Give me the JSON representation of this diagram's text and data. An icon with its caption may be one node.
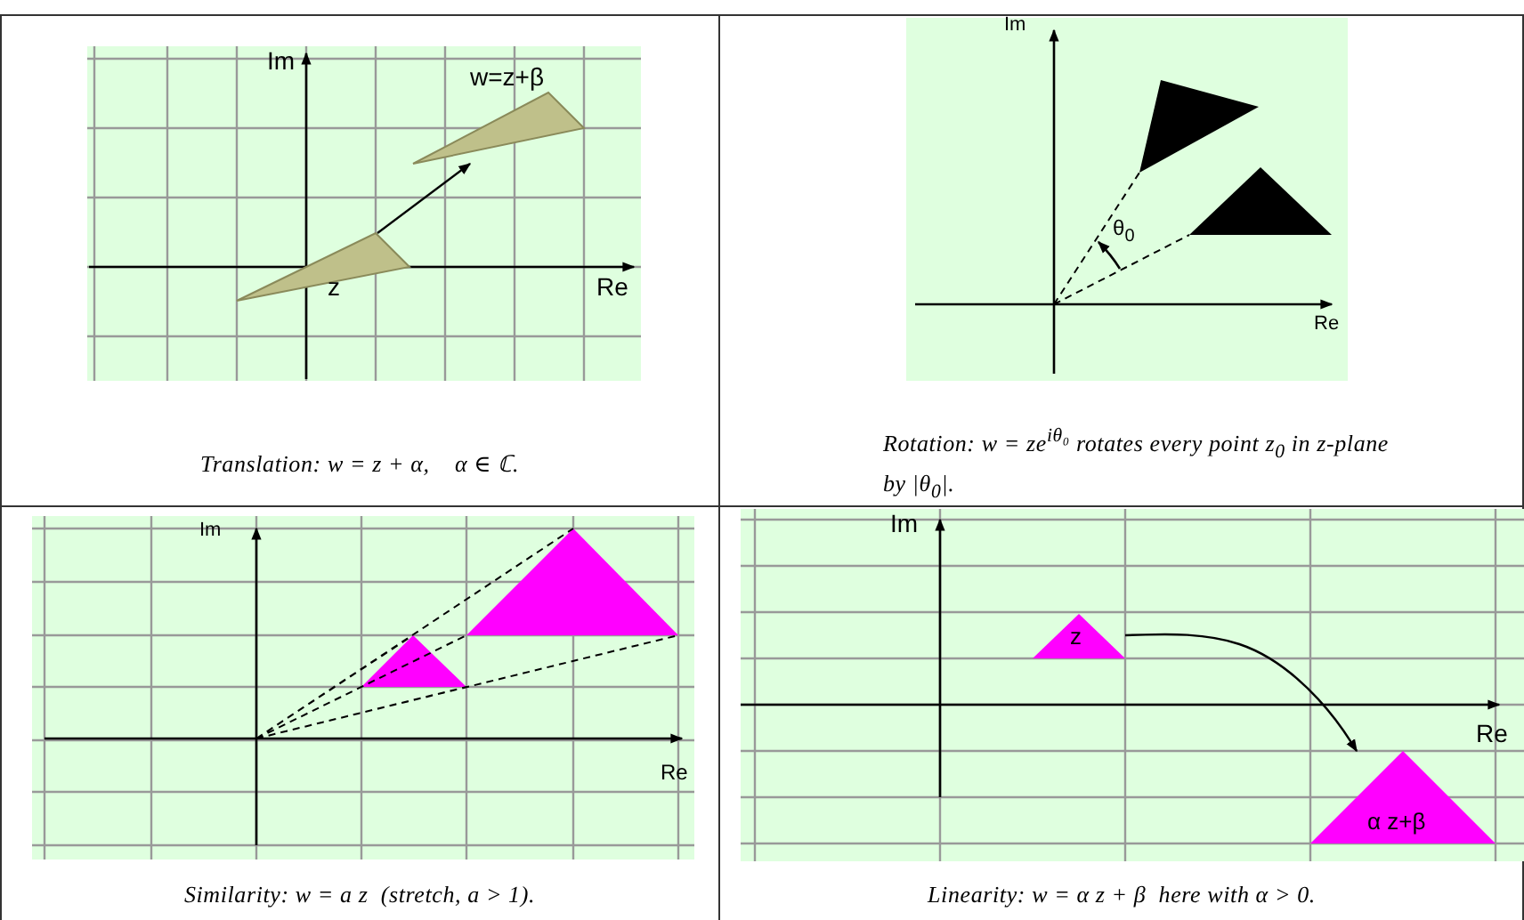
{
  "diagram": {
    "nodes": [
      {
        "text": [],
        "shape": "triangle",
        "beside": [
          "z"
        ]
      },
      {
        "text": [],
        "shape": "triangle",
        "beside": [
          "w=z+β"
        ]
      },
      {
        "text": [
          "z"
        ]
      },
      {
        "text": [
          "α z+β"
        ]
      }
    ],
    "edges": [
      {
        "from": 0,
        "to": 1,
        "arrow": "to"
      },
      {
        "from": 2,
        "to": 3,
        "arrow": "to"
      }
    ],
    "labels": [
      "Im",
      "Re",
      "Translation: w = z + α,    α ∈ ℂ.",
      "Im",
      "θ$_{0}$",
      "Re",
      "Rotation: w = ze$^{iθ₀}$ rotates every point z$_{0}$ in z-plane by |θ$_{0}$|.",
      "Im",
      "Re",
      "Similarity: w = a z  (stretch, a > 1).",
      "Im",
      "Re",
      "Linearity: w = α z + β  here with α > 0."
    ]
  }
}
